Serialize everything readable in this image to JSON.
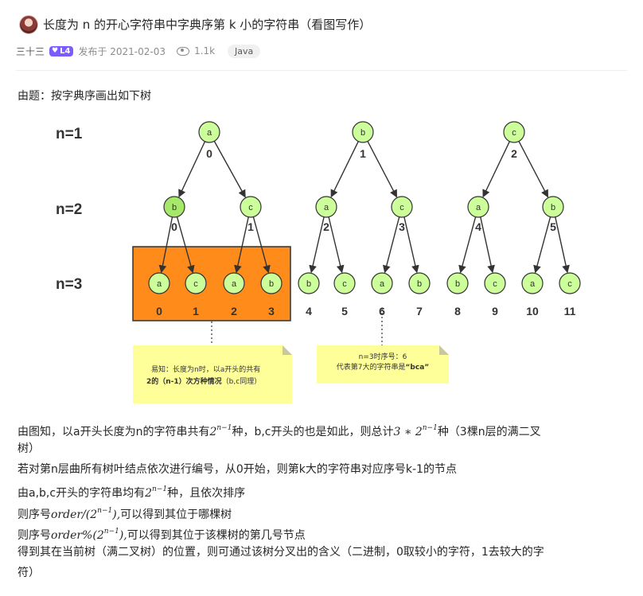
{
  "header": {
    "title": "长度为 n 的开心字符串中字典序第 k 小的字符串（看图写作）"
  },
  "meta": {
    "author": "三十三",
    "level": "L4",
    "published": "发布于 2021-02-03",
    "views": "1.1k",
    "tag": "Java"
  },
  "content": {
    "intro": "由题：按字典序画出如下树",
    "figure": {
      "level_labels": [
        "n=1",
        "n=2",
        "n=3"
      ],
      "roots": [
        {
          "letter": "a",
          "index": "0"
        },
        {
          "letter": "b",
          "index": "1"
        },
        {
          "letter": "c",
          "index": "2"
        }
      ],
      "level2": [
        {
          "letter": "b",
          "index": "0"
        },
        {
          "letter": "c",
          "index": "1"
        },
        {
          "letter": "a",
          "index": "2"
        },
        {
          "letter": "c",
          "index": "3"
        },
        {
          "letter": "a",
          "index": "4"
        },
        {
          "letter": "b",
          "index": "5"
        }
      ],
      "level3": [
        {
          "letter": "a",
          "index": "0"
        },
        {
          "letter": "c",
          "index": "1"
        },
        {
          "letter": "a",
          "index": "2"
        },
        {
          "letter": "b",
          "index": "3"
        },
        {
          "letter": "b",
          "index": "4"
        },
        {
          "letter": "c",
          "index": "5"
        },
        {
          "letter": "a",
          "index": "6"
        },
        {
          "letter": "b",
          "index": "7"
        },
        {
          "letter": "b",
          "index": "8"
        },
        {
          "letter": "c",
          "index": "9"
        },
        {
          "letter": "a",
          "index": "10"
        },
        {
          "letter": "c",
          "index": "11"
        }
      ],
      "note_left": {
        "line1": "易知：长度为n时，以a开头的共有",
        "line2_bold": "2的（n-1）次方种情况",
        "line2_rest": "（b,c同理）"
      },
      "note_right": {
        "line1": "n=3时序号：6",
        "line2": "代表第7大的字符串是",
        "line2_bold": "“bca”"
      },
      "colors": {
        "node_fill": "#ccff99",
        "node_fill_highlight": "#a6e86a",
        "node_stroke": "#333333",
        "box_fill": "#ff8c1a",
        "note_fill": "#ffff99"
      }
    },
    "paragraphs": {
      "p1_a": "由图知，以a开头长度为n的字符串共有",
      "p1_b": "2",
      "p1_sup": "n−1",
      "p1_c": "种，b,c开头的也是如此，则总计",
      "p1_d": "3 ∗ 2",
      "p1_sup2": "n−1",
      "p1_e": "种（3棵n层的满二叉",
      "p1_f": "树）",
      "p2": "若对第n层曲所有树叶结点依次进行编号，从0开始，则第k大的字符串对应序号k-1的节点",
      "p3_a": "由a,b,c开头的字符串均有",
      "p3_b": "2",
      "p3_sup": "n−1",
      "p3_c": "种，且依次排序",
      "p4_a": "则序号",
      "p4_b": "order/(2",
      "p4_sup": "n−1",
      "p4_c": "),",
      "p4_d": "可以得到其位于哪棵树",
      "p5_a": "则序号",
      "p5_b": "order%(2",
      "p5_sup": "n−1",
      "p5_c": "),",
      "p5_d": "可以得到其位于该棵树的第几号节点",
      "p6": "得到其在当前树（满二叉树）的位置，则可通过该树分叉出的含义（二进制，0取较小的字符，1去较大的字",
      "p6_b": "符）"
    }
  }
}
